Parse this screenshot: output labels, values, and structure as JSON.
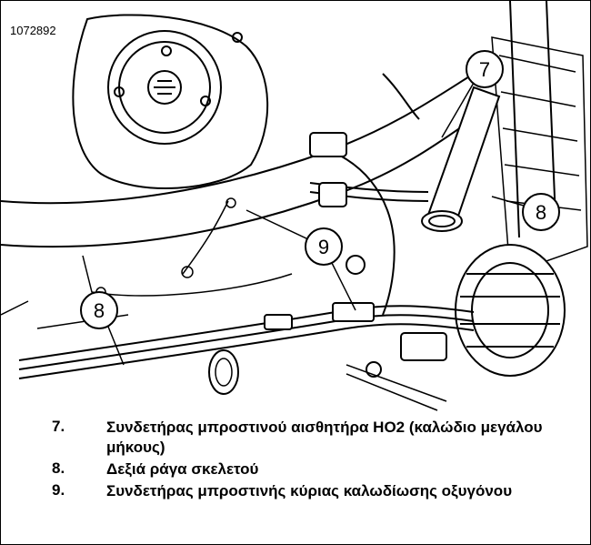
{
  "figure": {
    "id": "1072892",
    "callouts": [
      {
        "number": "7"
      },
      {
        "number": "8"
      },
      {
        "number": "8"
      },
      {
        "number": "9"
      }
    ]
  },
  "legend": [
    {
      "number": "7.",
      "text": "Συνδετήρας μπροστινού αισθητήρα HO2 (καλώδιο μεγάλου μήκους)"
    },
    {
      "number": "8.",
      "text": "Δεξιά ράγα σκελετού"
    },
    {
      "number": "9.",
      "text": "Συνδετήρας μπροστινής κύριας καλωδίωσης οξυγόνου"
    }
  ]
}
